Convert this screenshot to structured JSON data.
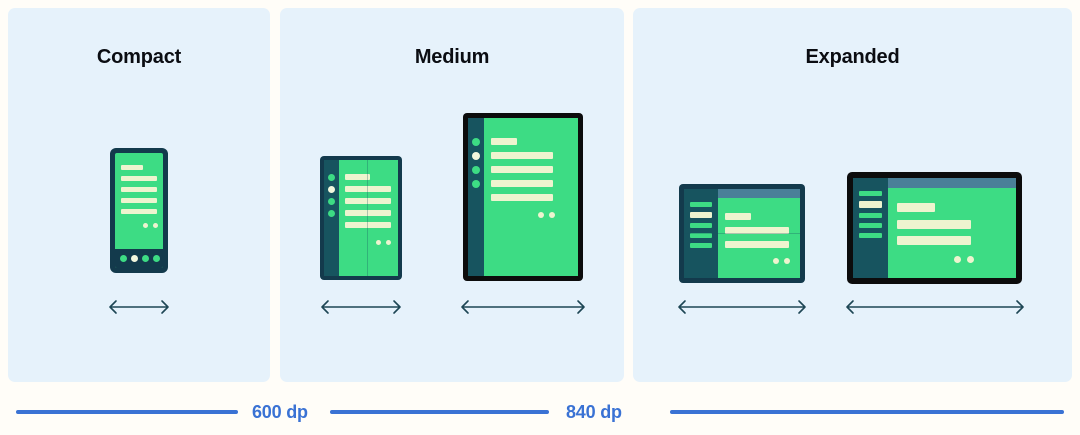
{
  "diagram": {
    "title_sr": "Android window size classes breakpoints",
    "panels": [
      {
        "id": "compact",
        "label": "Compact",
        "devices": [
          {
            "name": "phone-portrait",
            "kind": "phone",
            "resize_arrow": true
          }
        ]
      },
      {
        "id": "medium",
        "label": "Medium",
        "devices": [
          {
            "name": "foldable-portrait",
            "kind": "foldable",
            "resize_arrow": true
          },
          {
            "name": "tablet-portrait",
            "kind": "tablet",
            "resize_arrow": true
          }
        ]
      },
      {
        "id": "expanded",
        "label": "Expanded",
        "devices": [
          {
            "name": "foldable-landscape",
            "kind": "foldable-landscape",
            "resize_arrow": true
          },
          {
            "name": "tablet-landscape",
            "kind": "tablet-landscape",
            "resize_arrow": true
          }
        ]
      }
    ],
    "scale": {
      "breakpoints": [
        {
          "value": "600 dp",
          "boundary_between": [
            "Compact",
            "Medium"
          ]
        },
        {
          "value": "840 dp",
          "boundary_between": [
            "Medium",
            "Expanded"
          ]
        }
      ],
      "line_color": "#3a72d4",
      "label_color": "#3a72d4"
    },
    "colors": {
      "page_background": "#fffdf8",
      "panel_background": "#e6f2fb",
      "title_text": "#0b0d12",
      "screen_green": "#3ddc84",
      "content_line": "#eef4cf",
      "nav_rail": "#17545f",
      "device_frame_dark": "#133a4c",
      "device_frame_black": "#0c0c0c",
      "top_app_bar": "#4a8098",
      "arrow": "#1d4654"
    },
    "arrow_icon": "double-headed-horizontal-arrow"
  }
}
